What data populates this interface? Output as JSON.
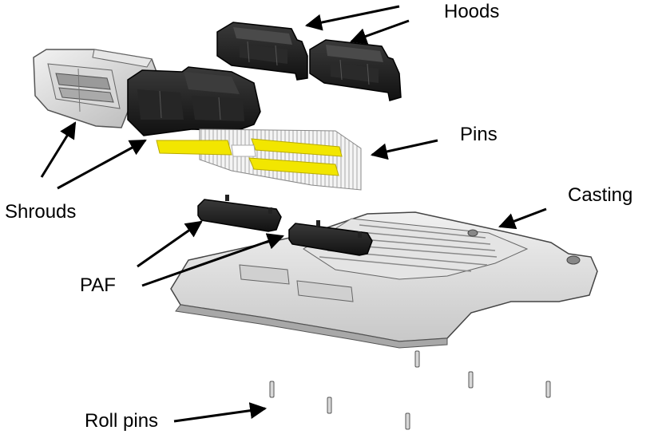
{
  "labels": {
    "hoods": "Hoods",
    "pins": "Pins",
    "casting": "Casting",
    "shrouds": "Shrouds",
    "paf": "PAF",
    "roll_pins": "Roll pins"
  },
  "colors": {
    "background": "#ffffff",
    "part_dark": "#1c1c1c",
    "part_light": "#dcdcdc",
    "pin_yellow": "#f2e600",
    "outline": "#333333",
    "arrow": "#000000"
  }
}
